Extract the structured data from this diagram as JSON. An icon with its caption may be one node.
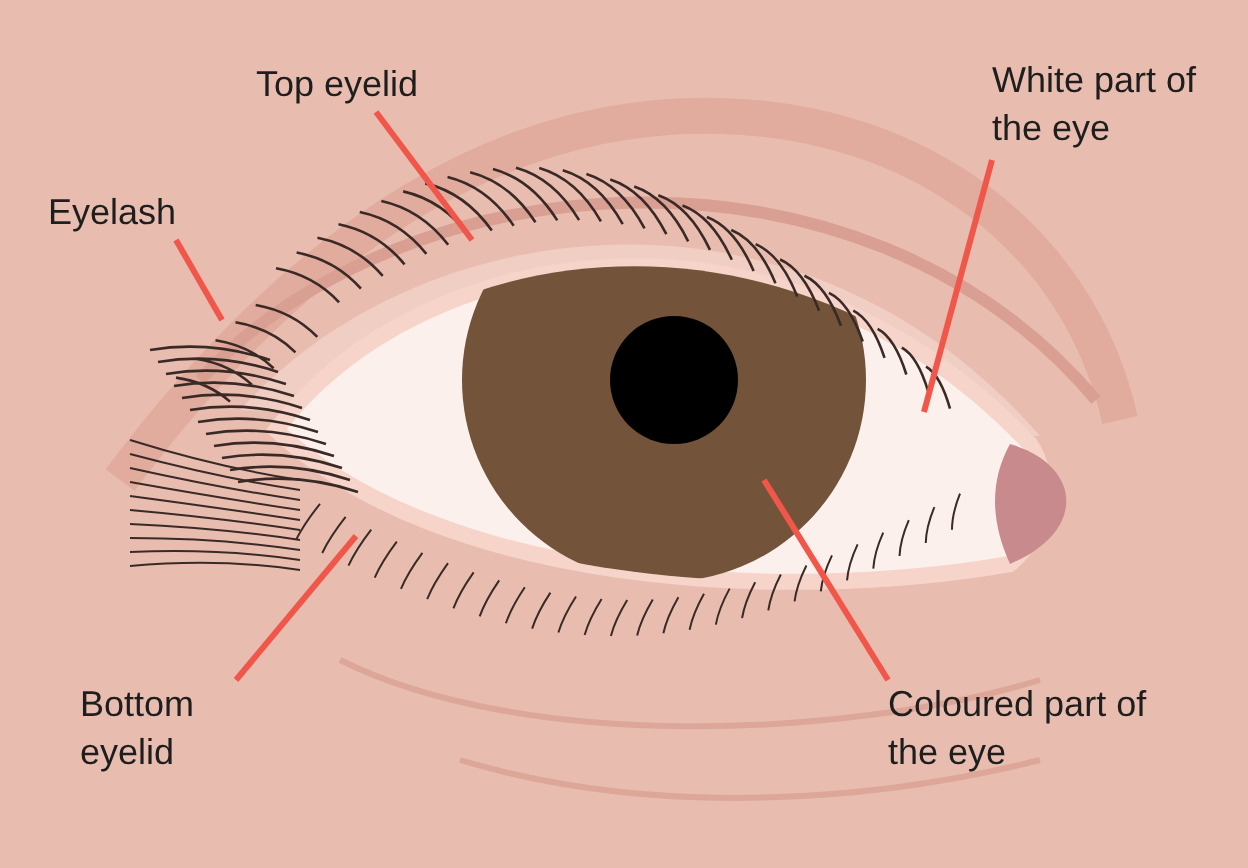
{
  "diagram": {
    "nodes": [
      {
        "text": [
          "Top eyelid"
        ]
      },
      {
        "text": [
          "White part of the eye"
        ]
      },
      {
        "text": [
          "Eyelash"
        ]
      },
      {
        "text": [
          "Bottom eyelid"
        ]
      },
      {
        "text": [
          "Coloured part of the eye"
        ]
      }
    ],
    "edges": [
      {
        "from": 0,
        "to": null,
        "arrow": "none"
      },
      {
        "from": 1,
        "to": null,
        "arrow": "none"
      },
      {
        "from": 2,
        "to": null,
        "arrow": "none"
      },
      {
        "from": 3,
        "to": null,
        "arrow": "none"
      },
      {
        "from": 4,
        "to": null,
        "arrow": "none"
      }
    ]
  }
}
